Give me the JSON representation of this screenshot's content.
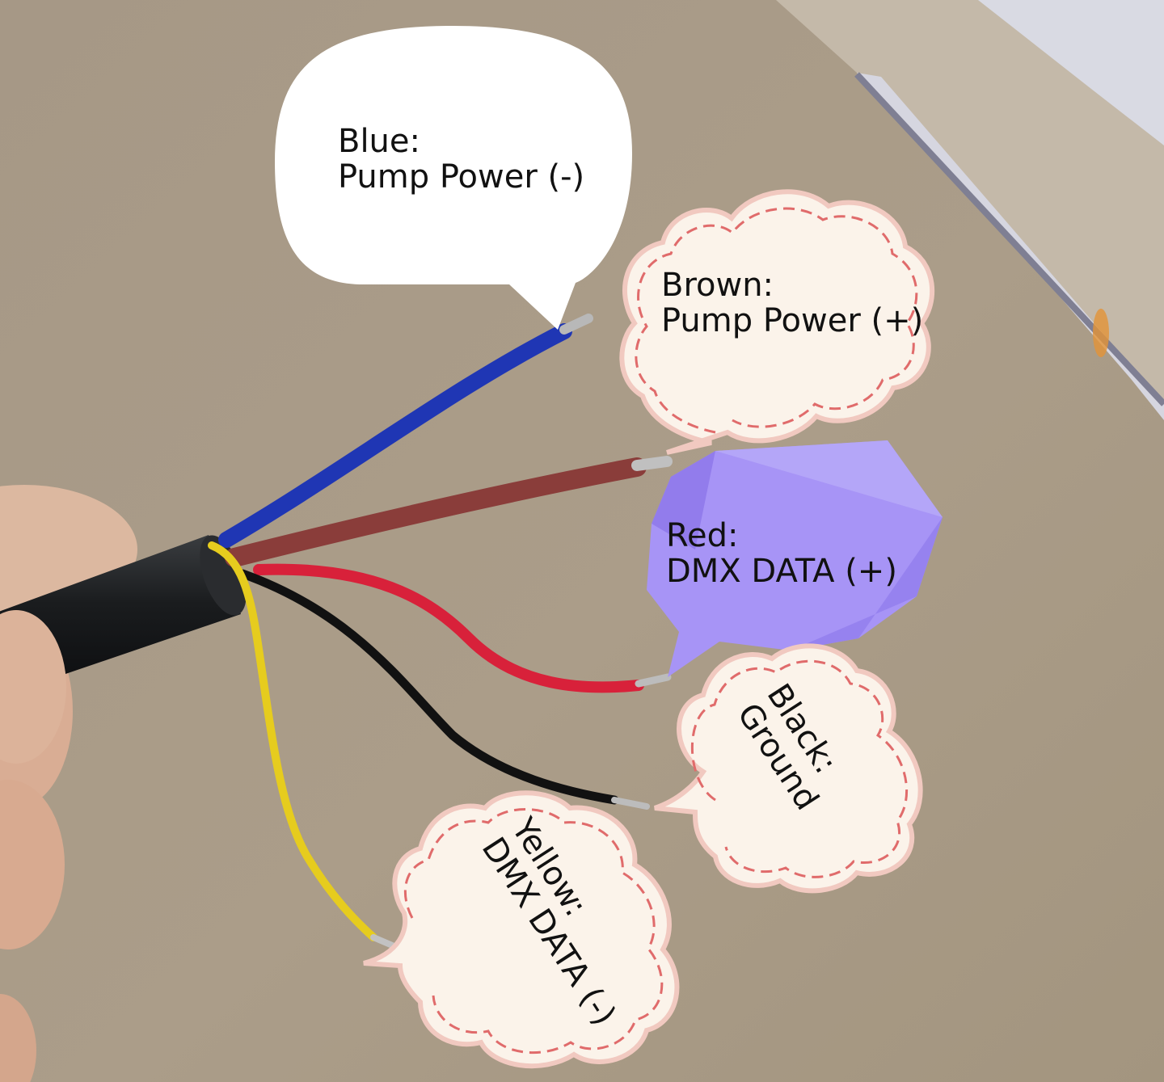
{
  "colors": {
    "cardboard": "#a89a86",
    "blue_wire": "#1f36b4",
    "brown_wire": "#8a3d3a",
    "red_wire": "#d8213a",
    "black_wire": "#111111",
    "yellow_wire": "#e6cc1e",
    "purple_callout": "#a58ff5",
    "cloud_fill": "#fbf3ea",
    "cloud_dash": "#e06b6b"
  },
  "callouts": {
    "blue": {
      "line1": "Blue:",
      "line2": "Pump Power (-)"
    },
    "brown": {
      "line1": "Brown:",
      "line2": "Pump Power (+)"
    },
    "red": {
      "line1": "Red:",
      "line2": "DMX DATA (+)"
    },
    "black": {
      "line1": "Black:",
      "line2": "Ground"
    },
    "yellow": {
      "line1": "Yellow:",
      "line2": "DMX DATA (-)"
    }
  }
}
